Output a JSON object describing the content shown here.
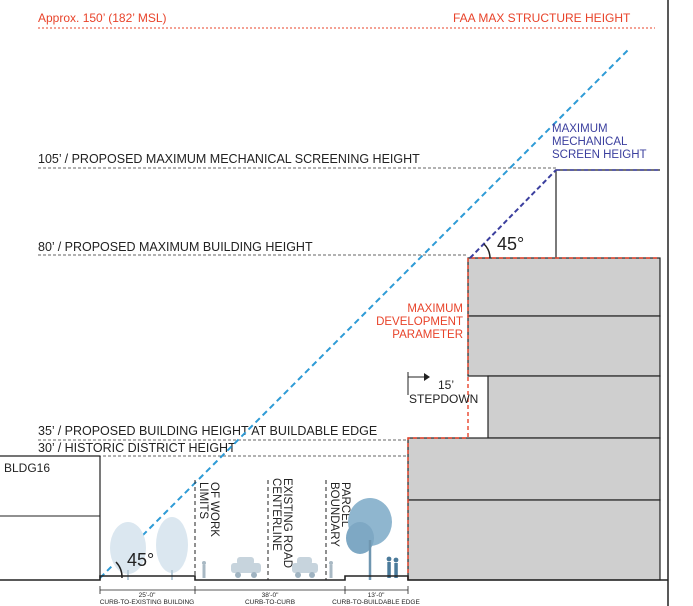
{
  "faa": {
    "left_label": "Approx. 150’ (182’ MSL)",
    "right_label": "FAA MAX STRUCTURE HEIGHT"
  },
  "levels": {
    "mech_105": "105’ / PROPOSED MAXIMUM MECHANICAL SCREENING HEIGHT",
    "bldg_80": "80’ / PROPOSED MAXIMUM BUILDING HEIGHT",
    "edge_35": "35’ / PROPOSED BUILDING HEIGHT AT BUILDABLE EDGE",
    "historic_30": "30’ / HISTORIC DISTRICT HEIGHT"
  },
  "annotations": {
    "max_mech": [
      "MAXIMUM",
      "MECHANICAL",
      "SCREEN HEIGHT"
    ],
    "max_dev": [
      "MAXIMUM",
      "DEVELOPMENT",
      "PARAMETER"
    ],
    "stepdown": [
      "15’",
      "STEPDOWN"
    ],
    "angle_upper": "45°",
    "angle_lower": "45°",
    "bldg": "BLDG16",
    "limits": [
      "LIMITS",
      "OF WORK"
    ],
    "road": [
      "EXISTING ROAD",
      "CENTERLINE"
    ],
    "parcel": [
      "PARCEL",
      "BOUNDARY"
    ]
  },
  "dimensions": {
    "d1_value": "25’-0\"",
    "d1_label": "CURB-TO-EXISTING BUILDING",
    "d2_value": "38’-0\"",
    "d2_label": "CURB-TO-CURB",
    "d3_value": "13’-0\"",
    "d3_label": "CURB-TO-BUILDABLE EDGE"
  },
  "colors": {
    "faa_red": "#e8432a",
    "blue_45": "#2e9bd6",
    "mech_blue": "#3b3f9e",
    "building_gray": "#cfcfcf",
    "tree_blue": "#8fb6cf"
  }
}
